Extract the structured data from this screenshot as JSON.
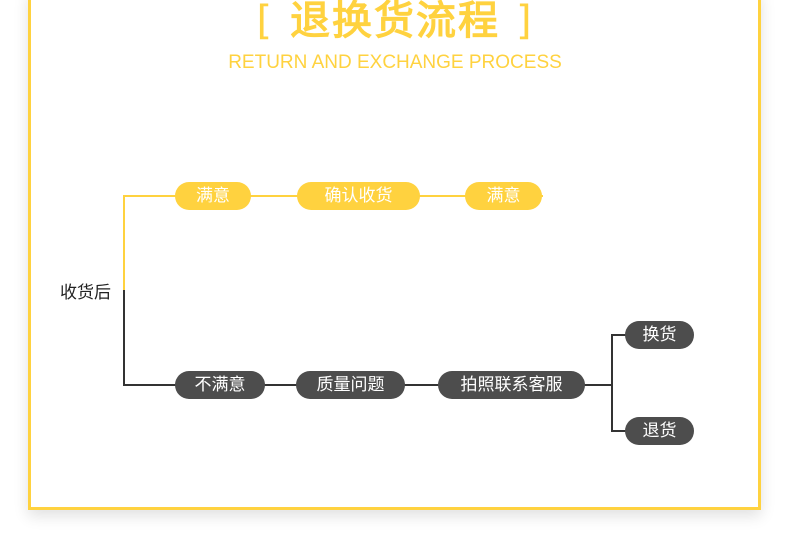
{
  "header": {
    "bracket_left": "[",
    "title": "退换货流程",
    "bracket_right": "]",
    "subtitle": "RETURN AND EXCHANGE PROCESS"
  },
  "flow": {
    "root": "收货后",
    "satisfied": [
      "满意",
      "确认收货",
      "满意"
    ],
    "unsatisfied": [
      "不满意",
      "质量问题",
      "拍照联系客服"
    ],
    "outcomes": [
      "换货",
      "退货"
    ]
  },
  "colors": {
    "accent": "#ffd23f",
    "dark": "#4d4d4d"
  }
}
